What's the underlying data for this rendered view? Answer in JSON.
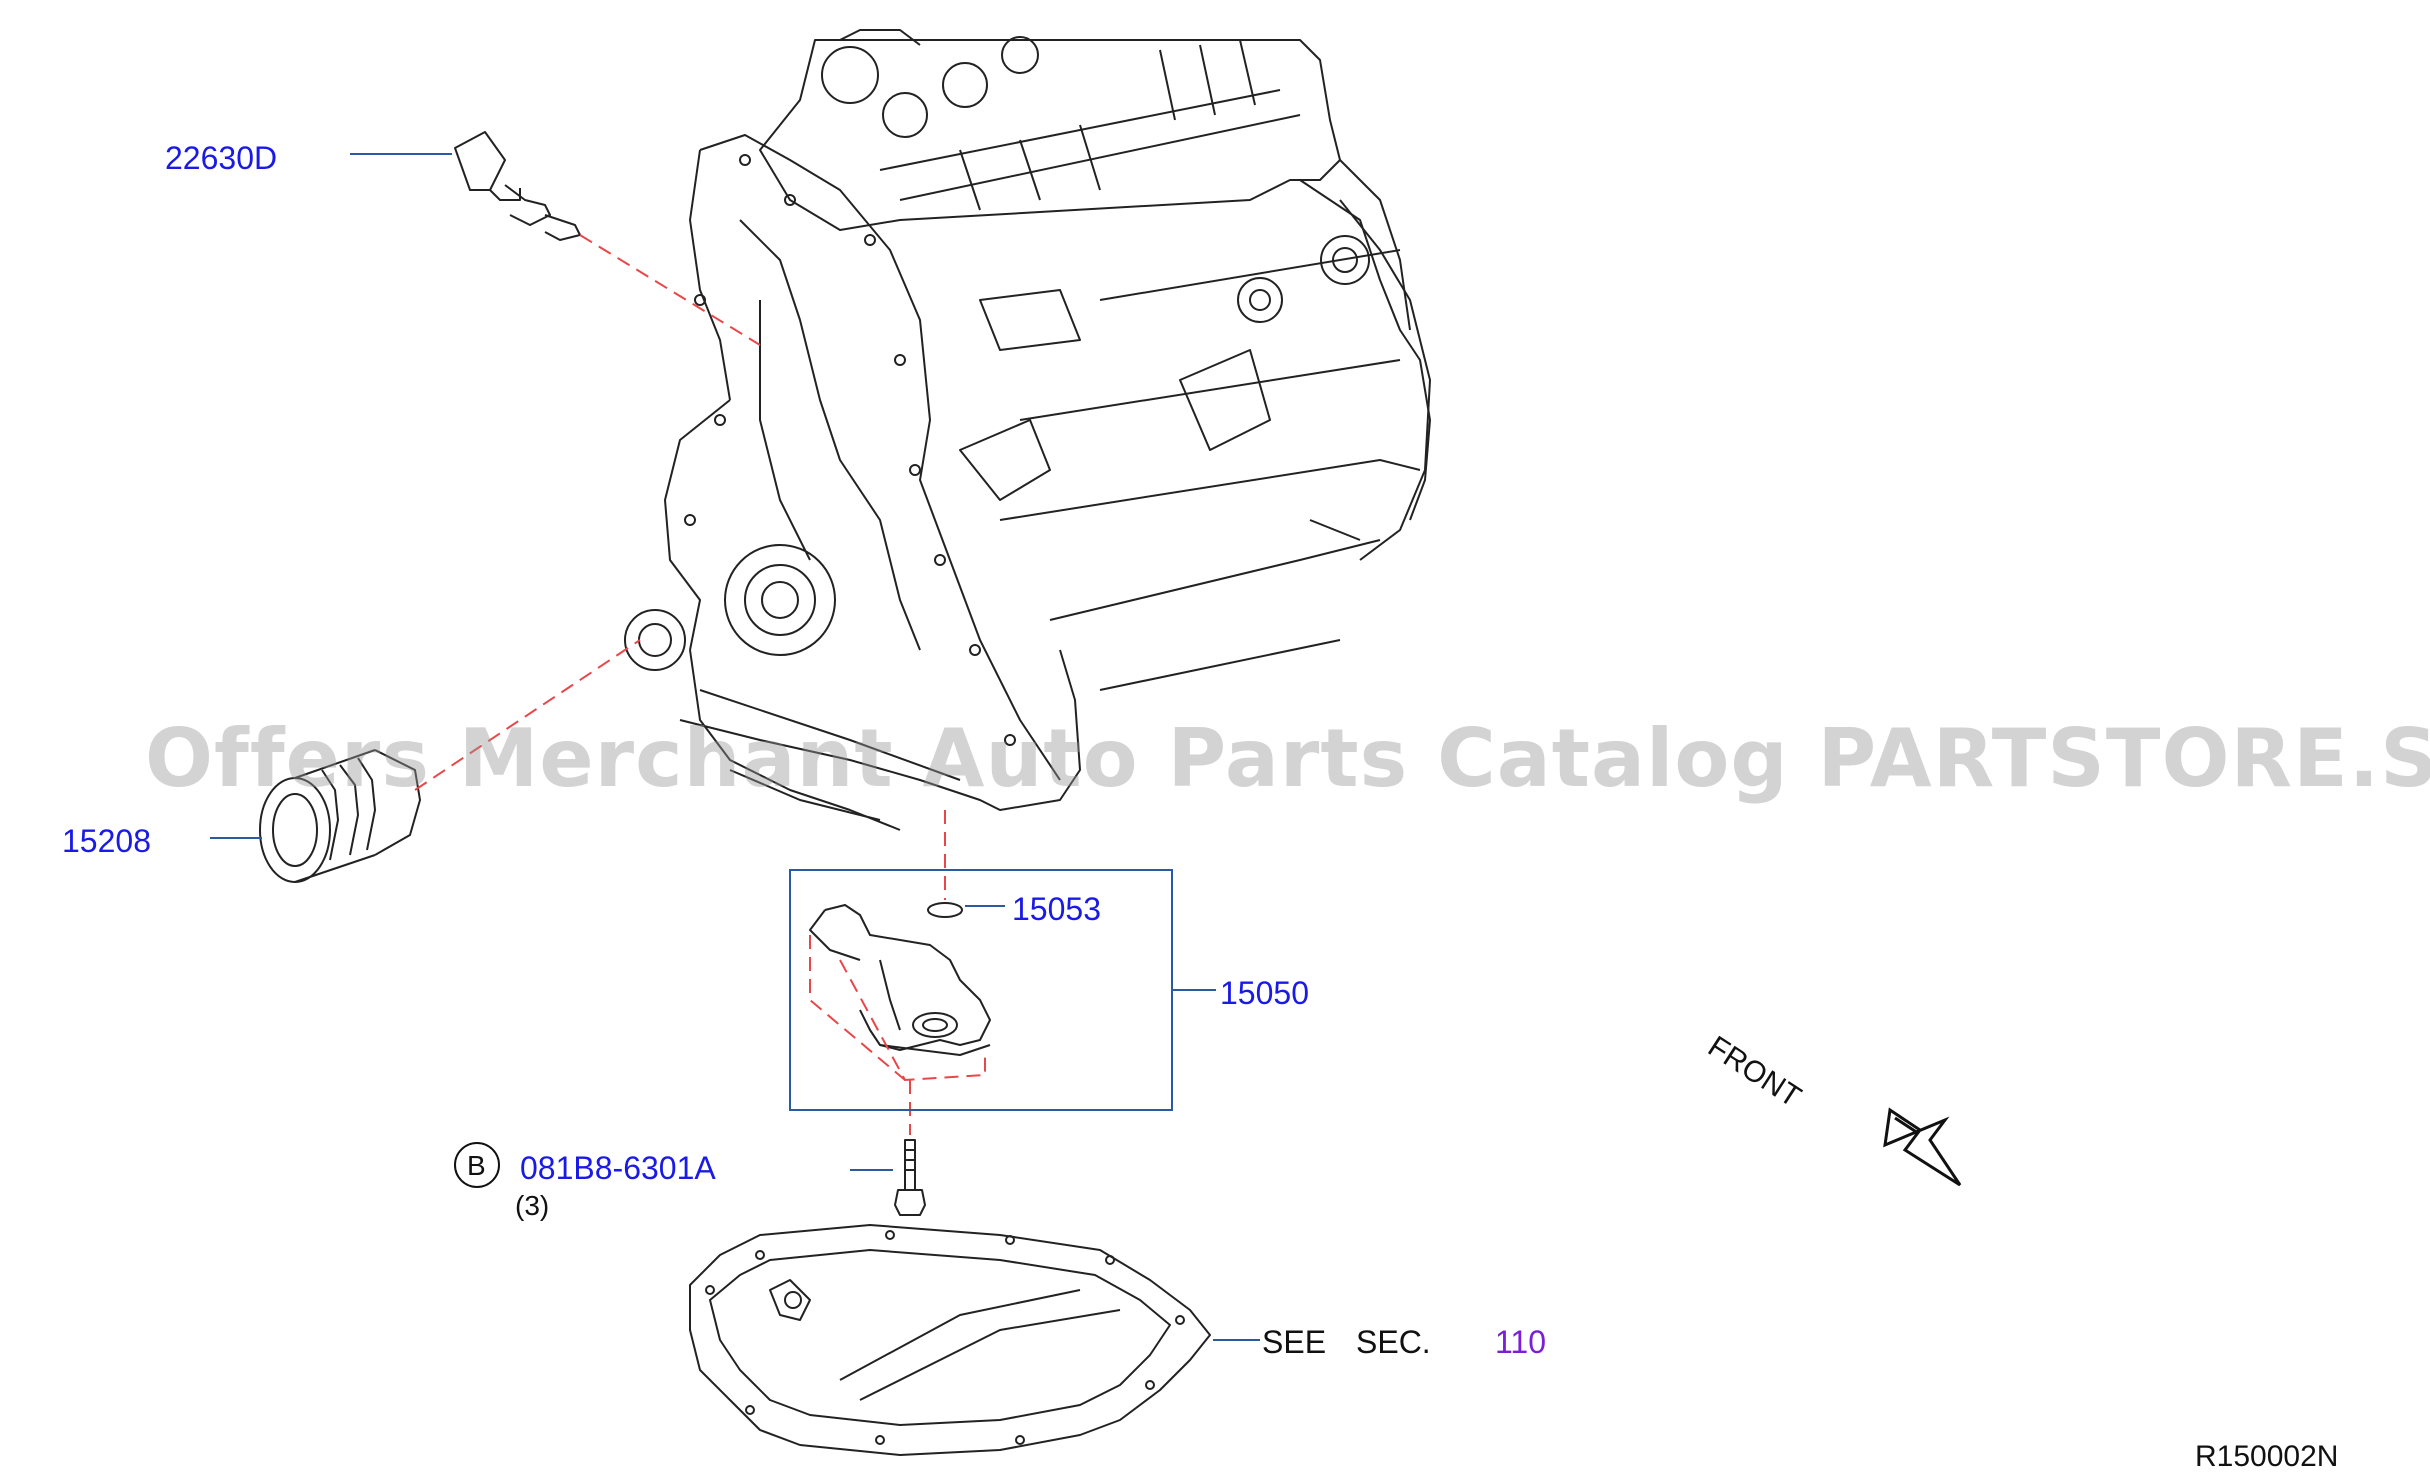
{
  "callouts": {
    "sensor": "22630D",
    "oil_filter": "15208",
    "o_ring": "15053",
    "oil_pump": "15050",
    "bolt_circle": "B",
    "bolt": "081B8-6301A",
    "bolt_qty": "(3)",
    "see": "SEE",
    "sec": "SEC.",
    "sec_ref": "110"
  },
  "front_label": "FRONT",
  "diagram_id": "R150002N",
  "watermark": "Offers Merchant Auto Parts Catalog PARTSTORE.SA",
  "colors": {
    "callout_text": "#1a1ae6",
    "section_ref": "#7a1fd6",
    "leader_dash": "#e8474a",
    "line_art": "#222222",
    "frame": "#2b5aa0"
  }
}
